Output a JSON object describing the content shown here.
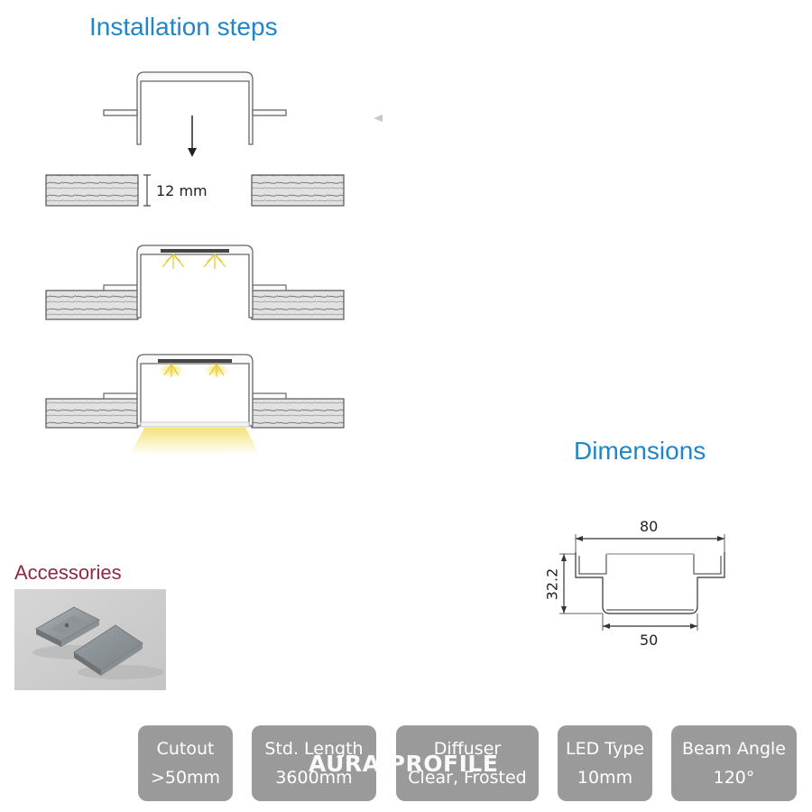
{
  "sections": {
    "installation_title": "Installation steps",
    "dimensions_title": "Dimensions",
    "accessories_title": "Accessories"
  },
  "installation": {
    "cutout_depth_label": "12 mm"
  },
  "dimensions": {
    "width_outer": "80",
    "width_inner": "50",
    "height": "32.2"
  },
  "specs": [
    {
      "label": "Cutout",
      "value": ">50mm"
    },
    {
      "label": "Std. Length",
      "value": "3600mm"
    },
    {
      "label": "Diffuser",
      "value": "Clear, Frosted"
    },
    {
      "label": "LED Type",
      "value": "10mm"
    },
    {
      "label": "Beam Angle",
      "value": "120°"
    }
  ],
  "watermark": "AURA PROFILE",
  "colors": {
    "heading_blue": "#1f86c8",
    "heading_maroon": "#8e2a3f",
    "badge_gray": "#9a9a9a",
    "led_yellow": "#f4e27a"
  }
}
